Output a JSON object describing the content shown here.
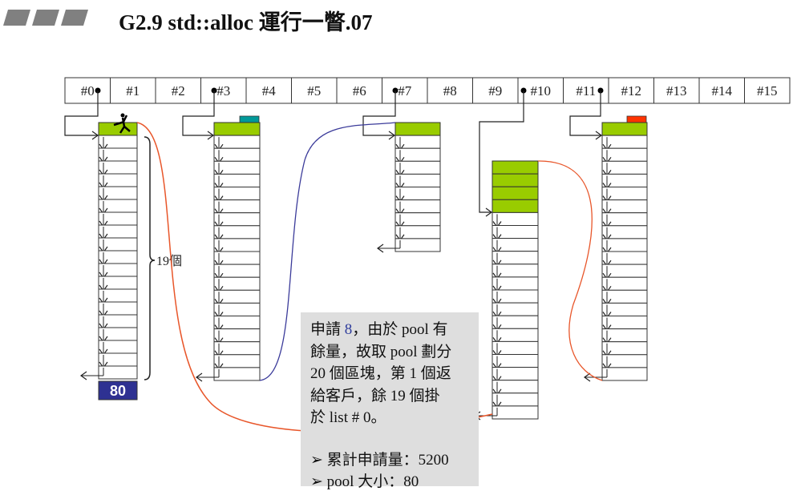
{
  "title": "G2.9 std::alloc 運行一瞥.07",
  "free_list_slots": [
    "#0",
    "#1",
    "#2",
    "#3",
    "#4",
    "#5",
    "#6",
    "#7",
    "#8",
    "#9",
    "#10",
    "#11",
    "#12",
    "#13",
    "#14",
    "#15"
  ],
  "lists": [
    {
      "slot": 0,
      "used_blocks": 1,
      "free_blocks": 19,
      "tab": null
    },
    {
      "slot": 3,
      "used_blocks": 1,
      "free_blocks": 19,
      "tab": "#009999"
    },
    {
      "slot": 7,
      "used_blocks": 1,
      "free_blocks": 9,
      "tab": null
    },
    {
      "slot": 10,
      "used_blocks": 4,
      "free_blocks": 16,
      "tab": null
    },
    {
      "slot": 12,
      "used_blocks": 1,
      "free_blocks": 19,
      "tab": "#ff3300"
    }
  ],
  "pool_label": "80",
  "bracket_label": "19個",
  "note": {
    "line1_pre": "申請 ",
    "line1_num": "8",
    "line1_post": "，由於 pool 有",
    "line2": "餘量，故取 pool 劃分",
    "line3": "20 個區塊，第 1 個返",
    "line4": "給客戶，餘 19 個掛",
    "line5": "於 list # 0。",
    "bullet1": "➢ 累計申請量：5200",
    "bullet2": "➢ pool 大小：80"
  },
  "colors": {
    "used": "#99cc00",
    "pool": "#2e3192",
    "red_curve": "#e8562a",
    "blue_curve": "#3b3b9a"
  }
}
